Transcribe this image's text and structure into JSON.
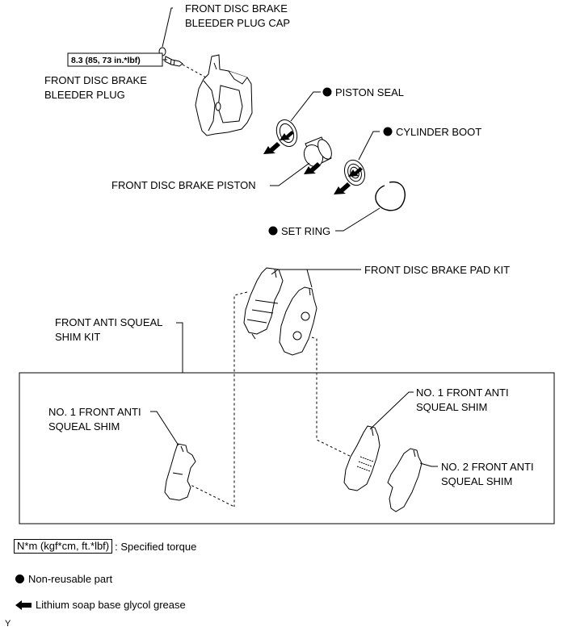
{
  "labels": {
    "bleeder_cap_1": "FRONT DISC BRAKE",
    "bleeder_cap_2": "BLEEDER PLUG CAP",
    "torque_value": "8.3 (85, 73 in.*lbf)",
    "bleeder_plug_1": "FRONT DISC BRAKE",
    "bleeder_plug_2": "BLEEDER PLUG",
    "piston_seal": "PISTON SEAL",
    "cylinder_boot": "CYLINDER BOOT",
    "piston": "FRONT DISC BRAKE PISTON",
    "set_ring": "SET RING",
    "pad_kit": "FRONT DISC BRAKE PAD KIT",
    "shim_kit_1": "FRONT ANTI SQUEAL",
    "shim_kit_2": "SHIM KIT",
    "no1_shim_left_1": "NO. 1 FRONT ANTI",
    "no1_shim_left_2": "SQUEAL SHIM",
    "no1_shim_right_1": "NO. 1 FRONT ANTI",
    "no1_shim_right_2": "SQUEAL SHIM",
    "no2_shim_1": "NO. 2 FRONT ANTI",
    "no2_shim_2": "SQUEAL SHIM"
  },
  "legend": {
    "torque_unit": "N*m (kgf*cm, ft.*lbf)",
    "torque_desc": ": Specified torque",
    "non_reusable": "Non-reusable part",
    "grease": "Lithium soap base glycol grease"
  },
  "footer": "Y",
  "icons": {
    "non_reusable": "filled-circle-icon",
    "grease": "left-arrow-icon"
  }
}
